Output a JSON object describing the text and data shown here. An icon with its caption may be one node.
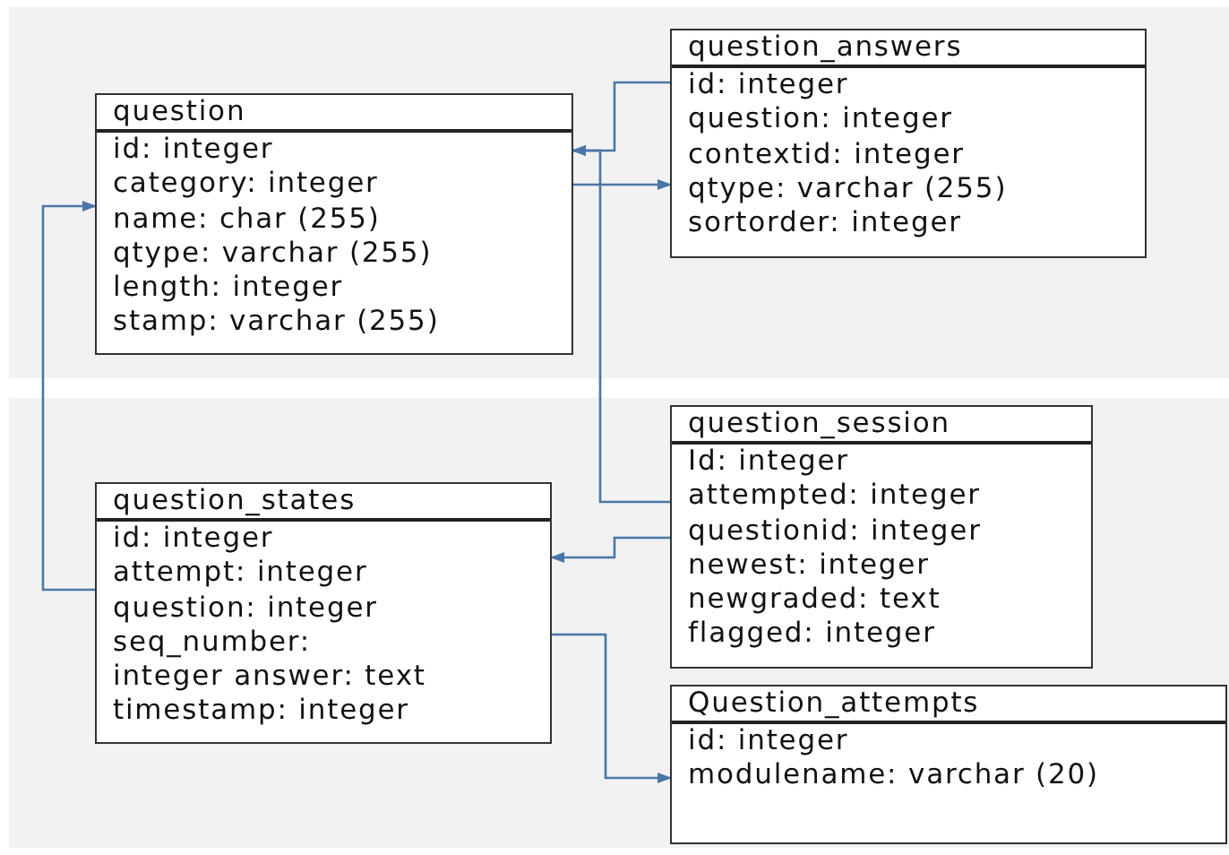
{
  "diagram": {
    "nodes": [
      {
        "text": [
          "question",
          "id: integer",
          "category: integer",
          "name: char (255)",
          "qtype: varchar (255)",
          "length: integer",
          "stamp: varchar (255)"
        ]
      },
      {
        "text": [
          "question_answers",
          "id: integer",
          "question: integer",
          "contextid: integer",
          "qtype: varchar (255)",
          "sortorder: integer"
        ]
      },
      {
        "text": [
          "question_session",
          "Id: integer",
          "attempted: integer",
          "questionid: integer",
          "newest: integer",
          "newgraded: text",
          "flagged: integer"
        ]
      },
      {
        "text": [
          "question_states",
          "id: integer",
          "attempt: integer",
          "question: integer",
          "seq_number:",
          "integer answer: text",
          "timestamp: integer"
        ]
      },
      {
        "text": [
          "Question_attempts",
          "id: integer",
          "modulename: varchar (20)"
        ]
      }
    ],
    "edges": [
      {
        "from": 1,
        "to": 0,
        "arrow": "to"
      },
      {
        "from": 0,
        "to": 1,
        "arrow": "to"
      },
      {
        "from": 3,
        "to": 0,
        "arrow": "to"
      },
      {
        "from": 2,
        "to": 0,
        "arrow": "to"
      },
      {
        "from": 2,
        "to": 3,
        "arrow": "to"
      },
      {
        "from": 3,
        "to": 4,
        "arrow": "to"
      }
    ]
  }
}
